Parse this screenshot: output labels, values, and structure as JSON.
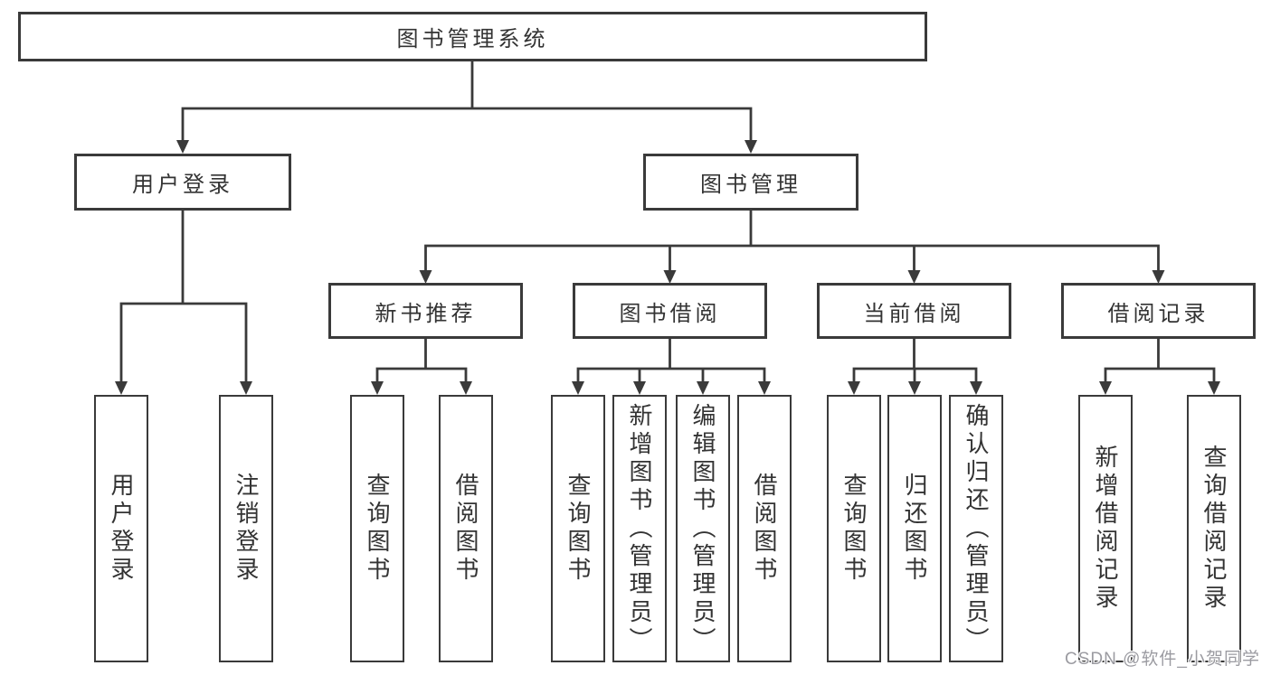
{
  "nodes": {
    "root": "图书管理系统",
    "level2": [
      "用户登录",
      "图书管理"
    ],
    "level3": [
      "新书推荐",
      "图书借阅",
      "当前借阅",
      "借阅记录"
    ],
    "leaves": {
      "user": [
        "用户登录",
        "注销登录"
      ],
      "recommend": [
        "查询图书",
        "借阅图书"
      ],
      "borrow": [
        "查询图书",
        "新增图书（管理员）",
        "编辑图书（管理员）",
        "借阅图书"
      ],
      "current": [
        "查询图书",
        "归还图书",
        "确认归还（管理员）"
      ],
      "records": [
        "新增借阅记录",
        "查询借阅记录"
      ]
    }
  },
  "watermark": "CSDN @软件_小贺同学",
  "colors": {
    "line": "#3a3a3a",
    "text": "#333333",
    "box_fill": "#ffffff",
    "watermark": "#9b9ba1",
    "background": "#ffffff"
  }
}
